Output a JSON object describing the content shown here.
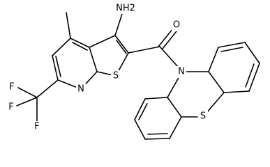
{
  "diagram": {
    "type": "chemical-structure",
    "colors": {
      "bond": "#000000",
      "label": "#000000",
      "background": "#ffffff"
    },
    "atoms": {
      "amine": "NH2",
      "carbonyl_oxygen": "O",
      "pyridine_nitrogen": "N",
      "thiophene_sulfur": "S",
      "phenothiazine_nitrogen": "N",
      "phenothiazine_sulfur": "S",
      "fluorine_1": "F",
      "fluorine_2": "F",
      "fluorine_3": "F"
    }
  }
}
